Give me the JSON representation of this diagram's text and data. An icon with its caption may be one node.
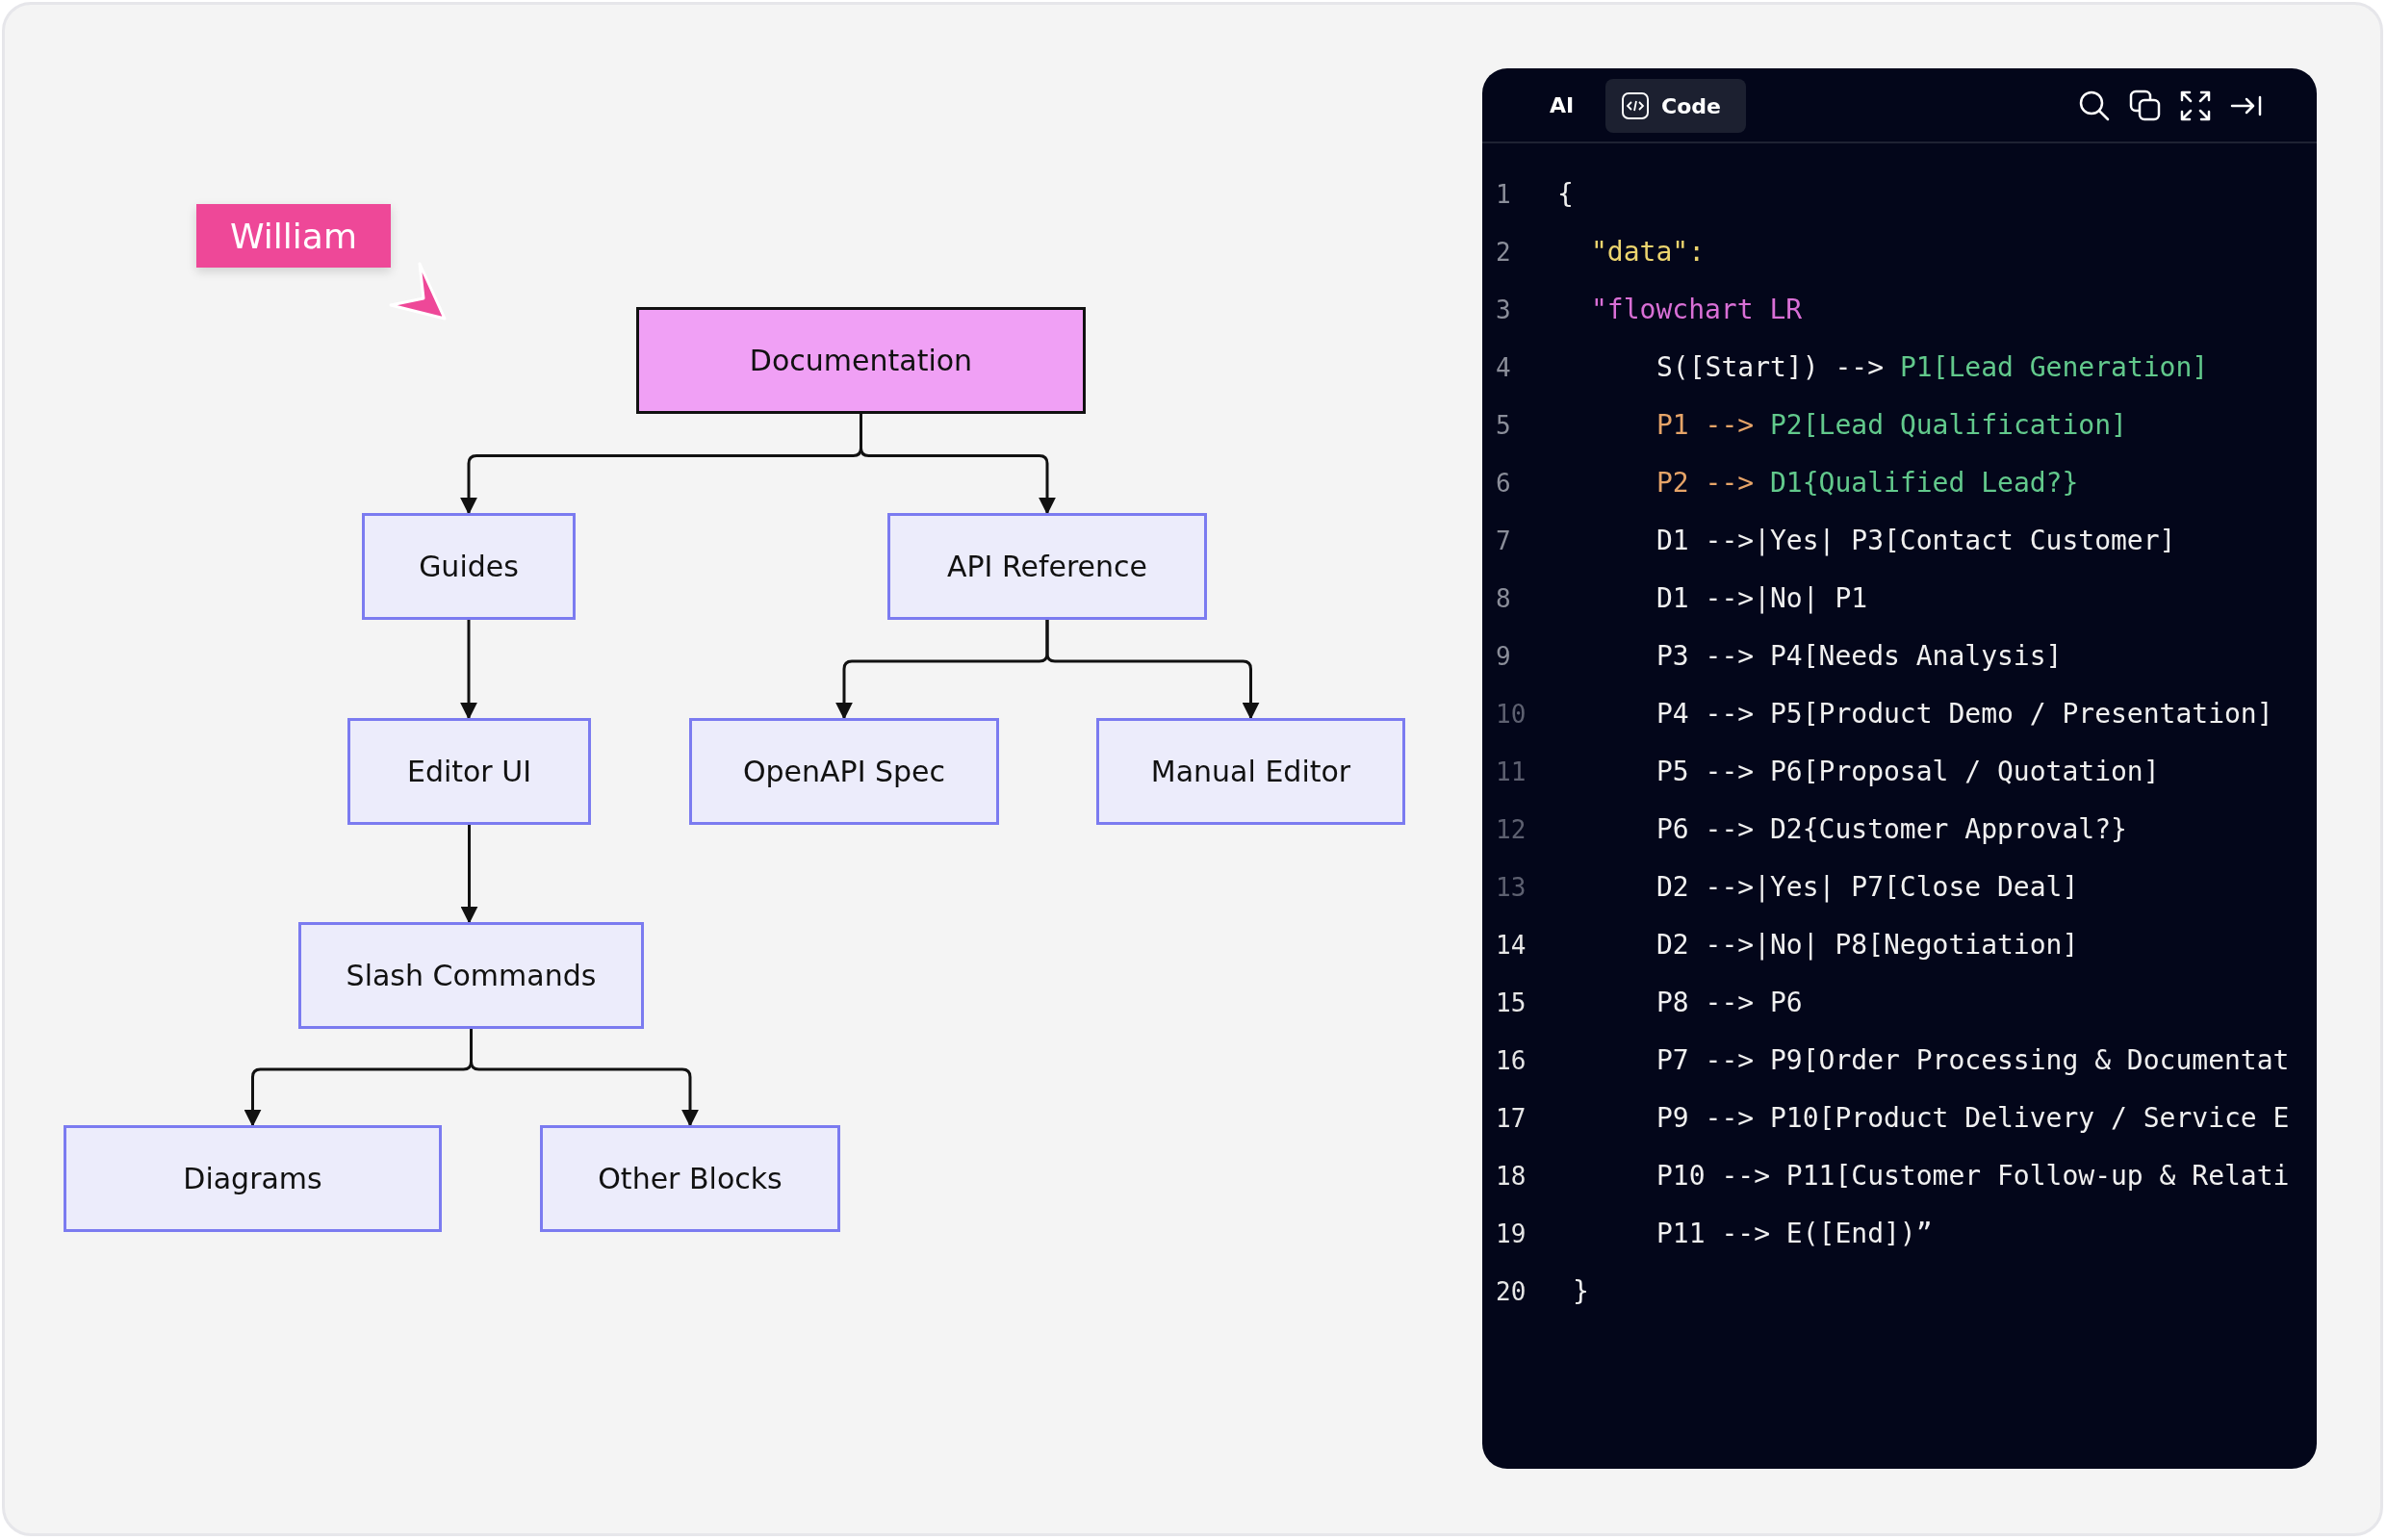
{
  "diagram": {
    "nodes": [
      {
        "text": [
          "Documentation"
        ]
      },
      {
        "text": [
          "Guides"
        ]
      },
      {
        "text": [
          "API Reference"
        ]
      },
      {
        "text": [
          "Editor UI"
        ]
      },
      {
        "text": [
          "OpenAPI Spec"
        ]
      },
      {
        "text": [
          "Manual Editor"
        ]
      },
      {
        "text": [
          "Slash Commands"
        ]
      },
      {
        "text": [
          "Diagrams"
        ]
      },
      {
        "text": [
          "Other Blocks"
        ]
      }
    ],
    "edges": [
      {
        "from": 0,
        "to": 1,
        "arrow": "to"
      },
      {
        "from": 0,
        "to": 2,
        "arrow": "to"
      },
      {
        "from": 1,
        "to": 3,
        "arrow": "to"
      },
      {
        "from": 2,
        "to": 4,
        "arrow": "to"
      },
      {
        "from": 2,
        "to": 5,
        "arrow": "to"
      },
      {
        "from": 3,
        "to": 6,
        "arrow": "to"
      },
      {
        "from": 6,
        "to": 7,
        "arrow": "to"
      },
      {
        "from": 6,
        "to": 8,
        "arrow": "to"
      }
    ],
    "labels": [
      "William",
      "AI",
      "Code",
      "1",
      "{",
      "2",
      "\"data\":",
      "3",
      "\"flowchart LR",
      "4",
      "S([Start]) -->",
      "P1[Lead Generation]",
      "5",
      "P1 -->",
      "P2[Lead Qualification]",
      "6",
      "P2 -->",
      "D1{Qualified Lead?}",
      "7",
      "D1 -->|Yes| P3[Contact Customer]",
      "8",
      "D1 -->|No| P1",
      "9",
      "P3 --> P4[Needs Analysis]",
      "10",
      "P4 --> P5[Product Demo / Presentation]",
      "11",
      "P5 --> P6[Proposal / Quotation]",
      "12",
      "P6 --> D2{Customer Approval?}",
      "13",
      "D2 -->|Yes| P7[Close Deal]",
      "14",
      "D2 -->|No| P8[Negotiation]",
      "15",
      "P8 --> P6",
      "16",
      "P7 --> P9[Order Processing & Documentat",
      "17",
      "P9 --> P10[Product Delivery / Service E",
      "18",
      "P10 --> P11[Customer Follow-up & Relati",
      "19",
      "P11 --> E([End])”",
      "20",
      "}"
    ]
  }
}
